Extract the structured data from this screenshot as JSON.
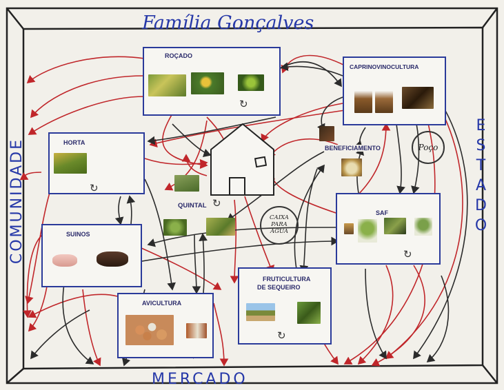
{
  "title": "Família Gonçalves",
  "borders": {
    "left": "COMUNIDADE",
    "right": "ESTADO",
    "bottom": "MERCADO"
  },
  "nodes": {
    "rocado": "ROÇADO",
    "caprino": "CAPRINOVINOCULTURA",
    "horta": "HORTA",
    "beneficiamento": "BENEFICIAMENTO",
    "quintal": "QUINTAL",
    "saf": "SAF",
    "suinos": "SUINOS",
    "fruticultura_line1": "FRUTICULTURA",
    "fruticultura_line2": "DE SEQUEIRO",
    "avicultura": "AVICULTURA"
  },
  "circles": {
    "poco": "Poço",
    "caixa_line1": "CAIXA",
    "caixa_line2": "PARA",
    "caixa_line3": "ÁGUA"
  },
  "colors": {
    "ink_blue": "#2638a8",
    "arrow_red": "#c0262a",
    "arrow_black": "#2b2b2b",
    "box_border": "#2a3a9a",
    "paper": "#f2f0ea"
  },
  "icons": {
    "cycle": "↻"
  }
}
